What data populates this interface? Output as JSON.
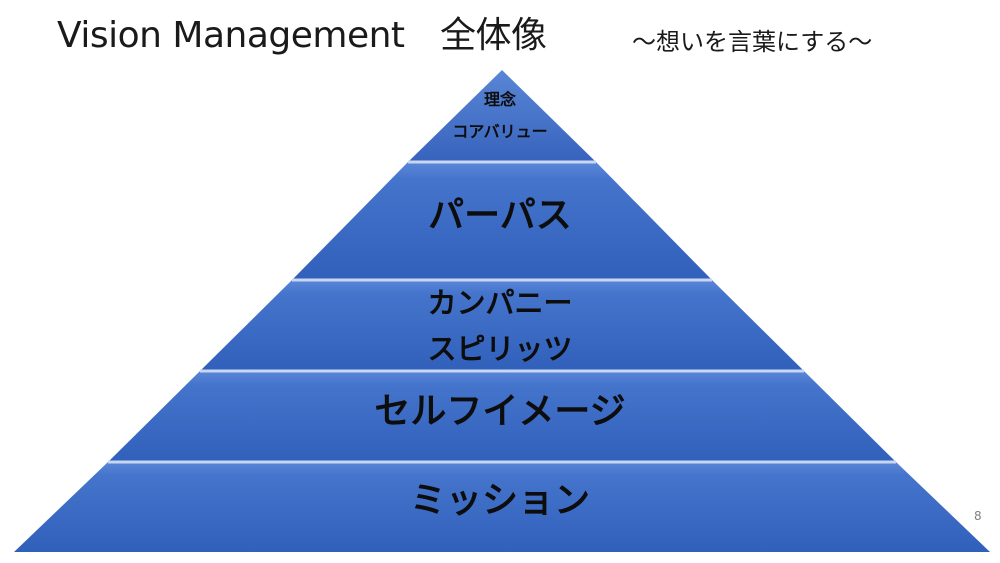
{
  "slide": {
    "title": "Vision Management　全体像",
    "subtitle": "〜想いを言葉にする〜",
    "page_number": "8"
  },
  "pyramid": {
    "fill_color": "#3f6fcb",
    "fill_dark": "#2c57ad",
    "divider_color": "#c5d5f0",
    "layers": [
      {
        "lines": [
          "理念",
          "コアバリュー"
        ]
      },
      {
        "lines": [
          "パーパス"
        ]
      },
      {
        "lines": [
          "カンパニー",
          "スピリッツ"
        ]
      },
      {
        "lines": [
          "セルフイメージ"
        ]
      },
      {
        "lines": [
          "ミッション"
        ]
      }
    ]
  }
}
